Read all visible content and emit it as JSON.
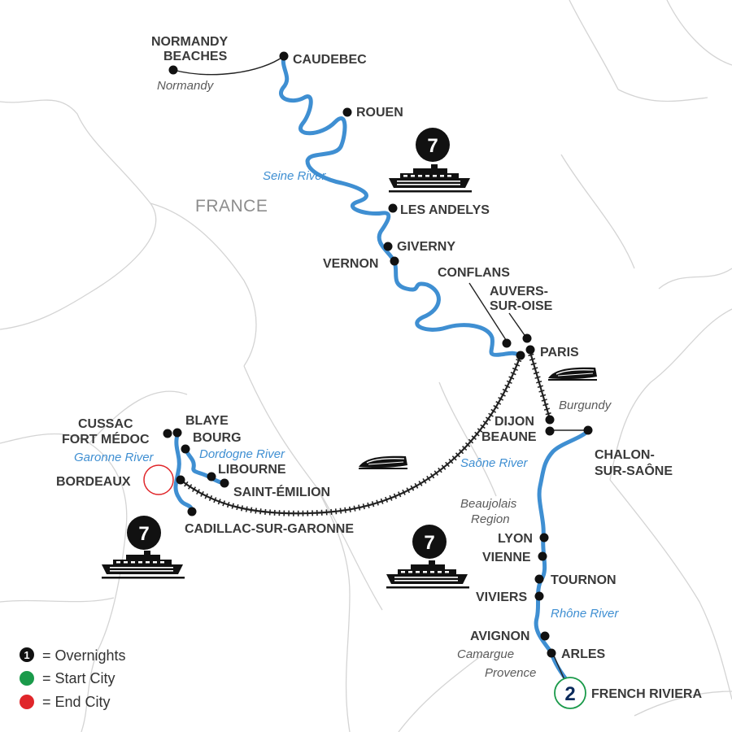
{
  "country_label": "FRANCE",
  "cities": {
    "normandy_beaches_1": "NORMANDY",
    "normandy_beaches_2": "BEACHES",
    "caudebec": "CAUDEBEC",
    "rouen": "ROUEN",
    "les_andelys": "LES ANDELYS",
    "giverny": "GIVERNY",
    "vernon": "VERNON",
    "conflans": "CONFLANS",
    "auvers_1": "AUVERS-",
    "auvers_2": "SUR-OISE",
    "paris": "PARIS",
    "dijon": "DIJON",
    "beaune": "BEAUNE",
    "chalon_1": "CHALON-",
    "chalon_2": "SUR-SAÔNE",
    "lyon": "LYON",
    "vienne": "VIENNE",
    "tournon": "TOURNON",
    "viviers": "VIVIERS",
    "avignon": "AVIGNON",
    "arles": "ARLES",
    "french_riviera": "FRENCH RIVIERA",
    "cussac_1": "CUSSAC",
    "cussac_2": "FORT MÉDOC",
    "blaye": "BLAYE",
    "bourg": "BOURG",
    "libourne": "LIBOURNE",
    "bordeaux": "BORDEAUX",
    "saint_emilion": "SAINT-ÉMILION",
    "cadillac": "CADILLAC-SUR-GARONNE"
  },
  "regions": {
    "normandy": "Normandy",
    "burgundy": "Burgundy",
    "beaujolais_1": "Beaujolais",
    "beaujolais_2": "Region",
    "camargue": "Camargue",
    "provence": "Provence"
  },
  "rivers": {
    "seine": "Seine River",
    "garonne": "Garonne River",
    "dordogne": "Dordogne River",
    "saone": "Saône River",
    "rhone": "Rhône River"
  },
  "overnights": {
    "seine": "7",
    "bordeaux": "7",
    "rhone": "7",
    "french_riviera": "2"
  },
  "legend": {
    "overnights_num": "1",
    "overnights": "= Overnights",
    "start_city": "= Start City",
    "end_city": "= End City"
  },
  "colors": {
    "river": "#3f8fd2",
    "start_city": "#1a9a4a",
    "end_city": "#e0262a",
    "navy_badge": "#0b2a5b",
    "border": "#d4d4d4"
  },
  "icons": {
    "ship": "ship-icon",
    "train": "train-icon"
  }
}
